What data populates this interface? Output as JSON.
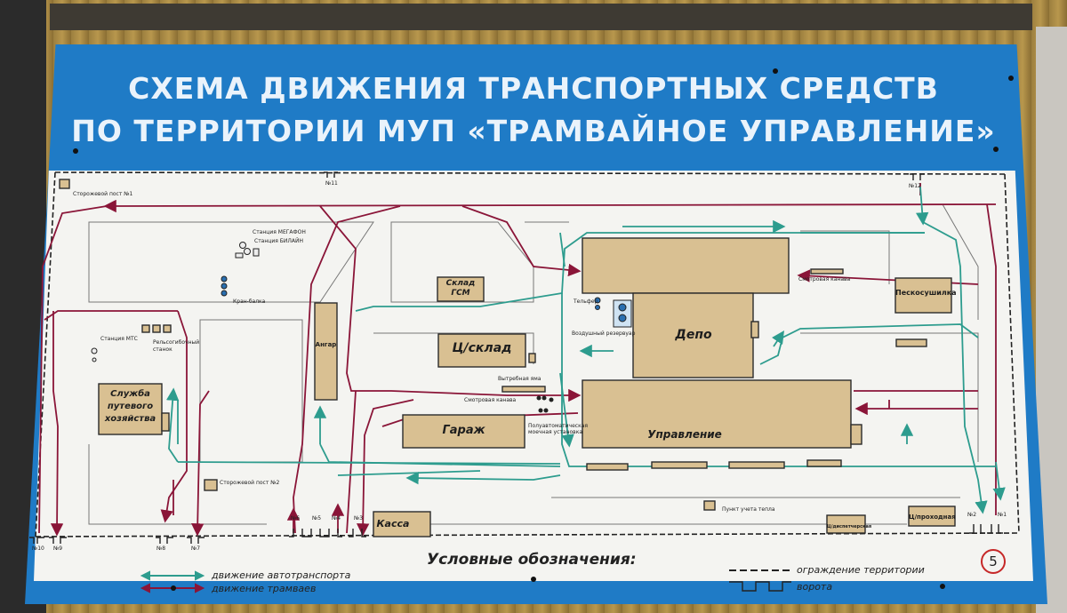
{
  "sign": {
    "title_line1": "СХЕМА ДВИЖЕНИЯ ТРАНСПОРТНЫХ СРЕДСТВ",
    "title_line2": "ПО ТЕРРИТОРИИ МУП «ТРАМВАЙНОЕ УПРАВЛЕНИЕ»"
  },
  "buildings": {
    "depot": "Депо",
    "management": "Управление",
    "warehouse": "Ц/склад",
    "garage": "Гараж",
    "fuel_store_line1": "Склад",
    "fuel_store_line2": "ГСМ",
    "hangar": "Ангар",
    "track_service_line1": "Служба",
    "track_service_line2": "путевого",
    "track_service_line3": "хозяйства",
    "cashier": "Касса",
    "sand_dryer": "Пескосушилка",
    "dispatch": "Ц/диспетчерская",
    "checkpoint": "Ц/проходная"
  },
  "small_labels": {
    "guard_post_1": "Сторожевой пост №1",
    "guard_post_2": "Сторожевой пост №2",
    "station_megafon": "Станция МЕГАФОН",
    "station_beeline": "Станция БИЛАЙН",
    "station_mts": "Станция МТС",
    "crane": "Кран-балка",
    "rail_bending": "Рельсогибочный станок",
    "telpher": "Тельфер",
    "air_tank": "Воздушный резервуар",
    "exhaust_pit": "Вытребная яма",
    "inspection_pit_left": "Смотровая канава",
    "inspection_pit_right": "Смотровая канава",
    "car_wash": "Полуавтоматическая моечная установка",
    "heat_meter": "Пункт учета тепла"
  },
  "gates": {
    "n1": "№1",
    "n2": "№2",
    "n3": "№3",
    "n4": "№4",
    "n5": "№5",
    "n6": "№6",
    "n7": "№7",
    "n8": "№8",
    "n9": "№9",
    "n10": "№10",
    "n11": "№11",
    "n12": "№12"
  },
  "legend": {
    "title": "Условные обозначения:",
    "vehicles": "движение автотранспорта",
    "trams": "движение трамваев",
    "fence": "ограждение территории",
    "gates": "ворота"
  },
  "badge": "5",
  "colors": {
    "sign_blue": "#1f7bc6",
    "panel": "#f4f4f1",
    "building": "#d9c092",
    "tram_route": "#8a1538",
    "vehicle_route": "#2d9c8e"
  }
}
